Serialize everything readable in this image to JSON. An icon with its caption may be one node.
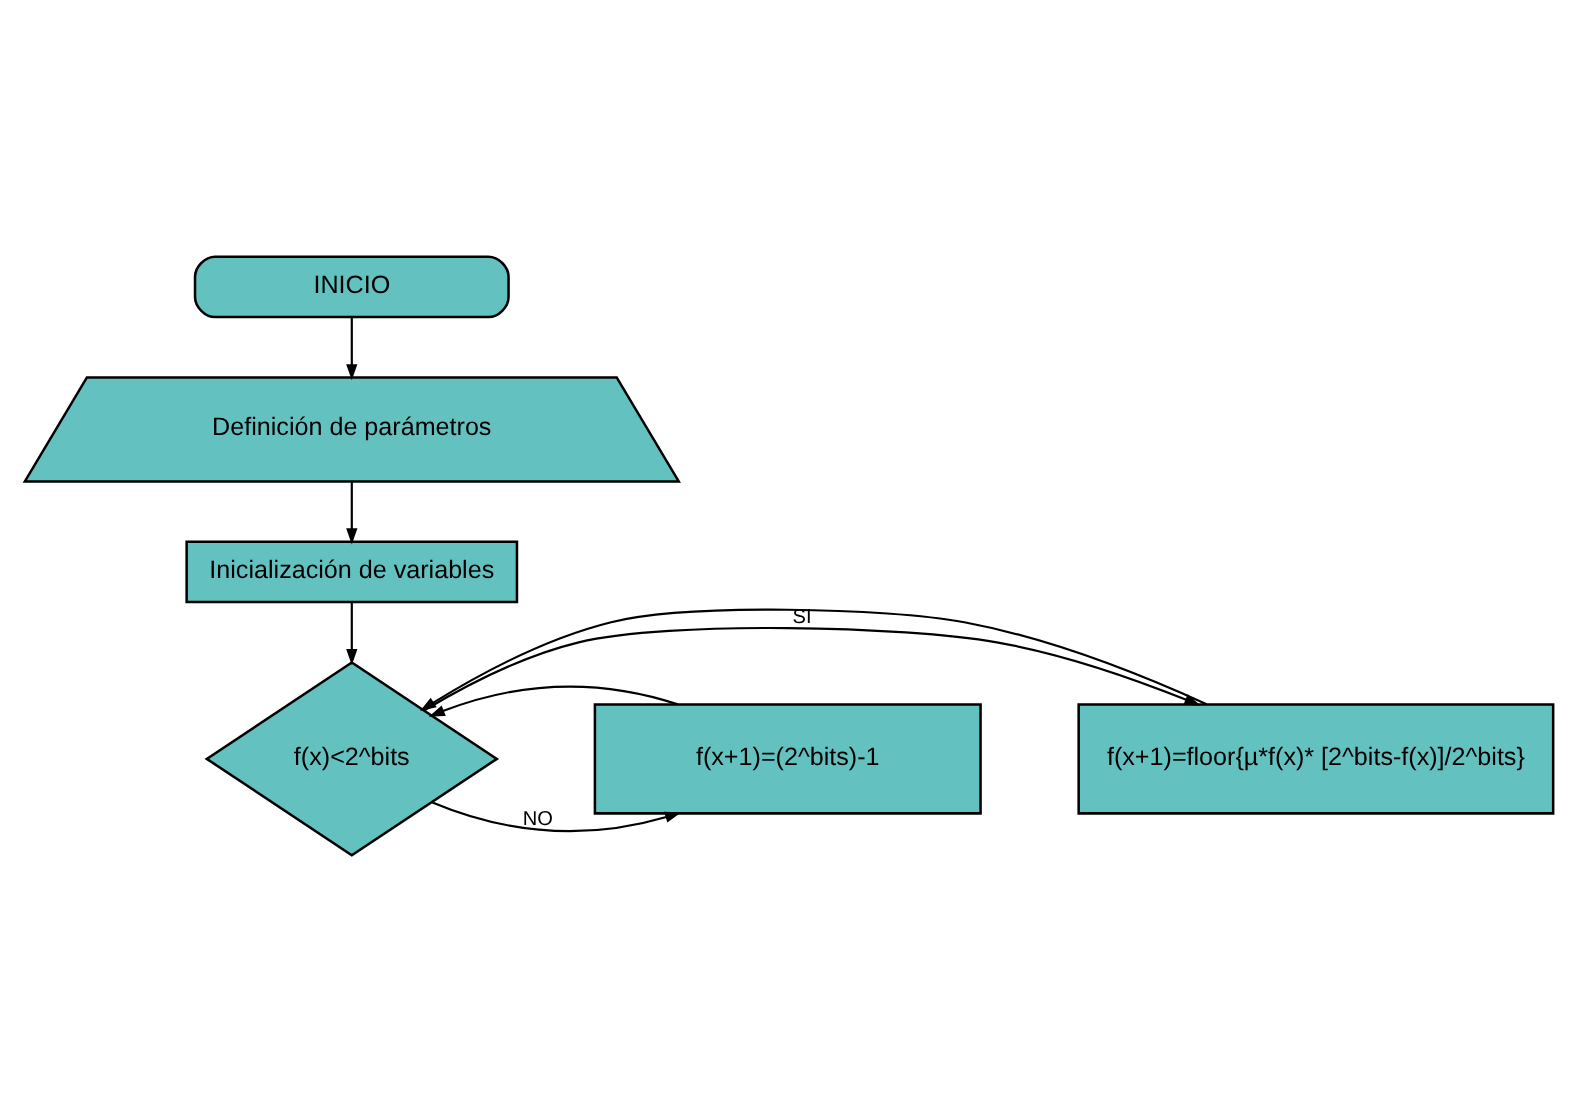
{
  "diagram": {
    "nodes": [
      {
        "text": [
          "INICIO"
        ]
      },
      {
        "text": [
          "Definición de parámetros"
        ]
      },
      {
        "text": [
          "Inicialización de variables"
        ]
      },
      {
        "text": [
          "f(x)<2^bits"
        ]
      },
      {
        "text": [
          "f(x+1)=floor{µ*f(x)* [2^bits-f(x)]/2^bits}"
        ]
      },
      {
        "text": [
          "f(x+1)=(2^bits)-1"
        ]
      }
    ],
    "edges": [
      {
        "from": 0,
        "to": 1,
        "arrow": "to"
      },
      {
        "from": 1,
        "to": 2,
        "arrow": "to"
      },
      {
        "from": 2,
        "to": 3,
        "arrow": "to"
      },
      {
        "from": 3,
        "to": 4,
        "arrow": "to",
        "label": "SI"
      },
      {
        "from": 3,
        "to": 5,
        "arrow": "to",
        "label": "NO"
      },
      {
        "from": 4,
        "to": 3,
        "arrow": "to"
      },
      {
        "from": 5,
        "to": 3,
        "arrow": "to"
      }
    ]
  }
}
